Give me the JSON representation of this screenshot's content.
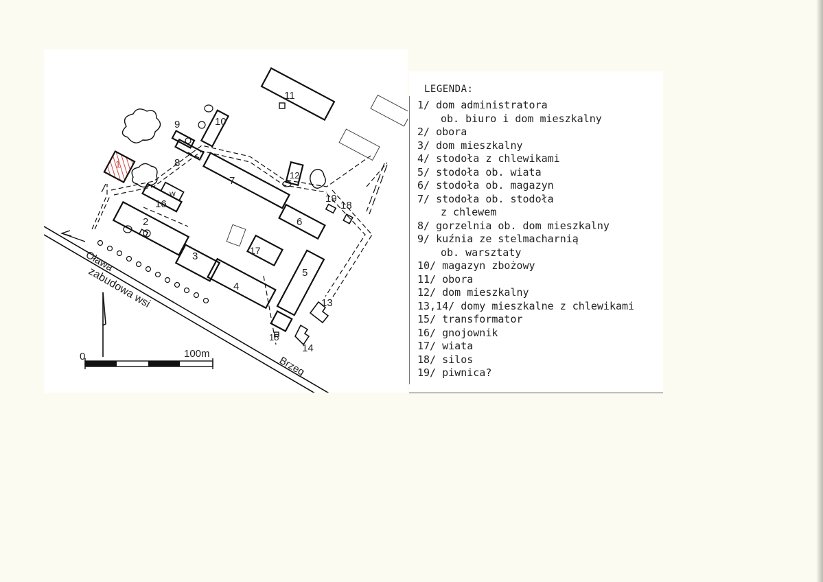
{
  "map": {
    "labels": {
      "road_left": "Oława",
      "road_right": "Brzeg",
      "village": "zabudowa wsi",
      "scale_start": "0",
      "scale_end": "100m",
      "annex_w": "w"
    },
    "buildings": [
      "1",
      "2",
      "3",
      "4",
      "5",
      "6",
      "7",
      "8",
      "9",
      "10",
      "11",
      "12",
      "13",
      "14",
      "15",
      "16",
      "17",
      "18",
      "19"
    ],
    "highlight_color": "#d0453f"
  },
  "legend": {
    "title": "LEGENDA:",
    "items": [
      {
        "num": "1/",
        "text": "dom administratora",
        "cont": "ob. biuro i dom mieszkalny"
      },
      {
        "num": "2/",
        "text": "obora"
      },
      {
        "num": "3/",
        "text": "dom mieszkalny"
      },
      {
        "num": "4/",
        "text": "stodoła z chlewikami"
      },
      {
        "num": "5/",
        "text": "stodoła ob. wiata"
      },
      {
        "num": "6/",
        "text": "stodoła ob. magazyn"
      },
      {
        "num": "7/",
        "text": "stodoła ob. stodoła",
        "cont": "z chlewem"
      },
      {
        "num": "8/",
        "text": "gorzelnia ob. dom mieszkalny"
      },
      {
        "num": "9/",
        "text": "kuźnia ze stelmacharnią",
        "cont": "ob. warsztaty"
      },
      {
        "num": "10/",
        "text": "magazyn zbożowy"
      },
      {
        "num": "11/",
        "text": "obora"
      },
      {
        "num": "12/",
        "text": "dom mieszkalny"
      },
      {
        "num": "13,14/",
        "text": "domy mieszkalne z chlewikami"
      },
      {
        "num": "15/",
        "text": "transformator"
      },
      {
        "num": "16/",
        "text": "gnojownik"
      },
      {
        "num": "17/",
        "text": "wiata"
      },
      {
        "num": "18/",
        "text": "silos"
      },
      {
        "num": "19/",
        "text": "piwnica?"
      }
    ]
  }
}
